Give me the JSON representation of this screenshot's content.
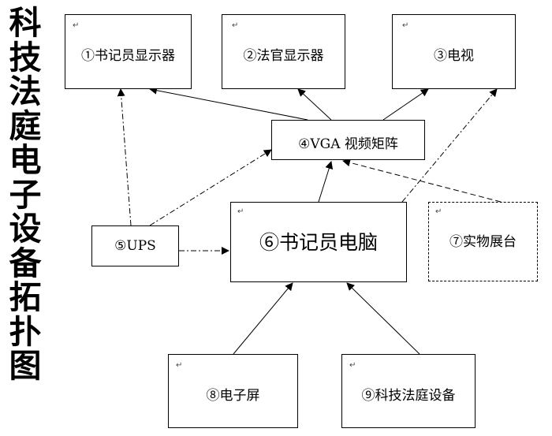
{
  "title_chars": [
    "科",
    "技",
    "法",
    "庭",
    "电",
    "子",
    "设",
    "备",
    "拓",
    "扑",
    "图"
  ],
  "nodes": [
    {
      "id": "n1",
      "label": "①书记员显示器",
      "style": "solid",
      "size": "normal"
    },
    {
      "id": "n2",
      "label": "②法官显示器",
      "style": "solid",
      "size": "normal"
    },
    {
      "id": "n3",
      "label": "③电视",
      "style": "solid",
      "size": "normal"
    },
    {
      "id": "n4",
      "label": "④VGA 视频矩阵",
      "style": "solid",
      "size": "normal"
    },
    {
      "id": "n5",
      "label": "⑤UPS",
      "style": "solid",
      "size": "normal"
    },
    {
      "id": "n6",
      "label": "⑥书记员电脑",
      "style": "solid",
      "size": "big"
    },
    {
      "id": "n7",
      "label": "⑦实物展台",
      "style": "dashed",
      "size": "normal"
    },
    {
      "id": "n8",
      "label": "⑧电子屏",
      "style": "solid",
      "size": "normal"
    },
    {
      "id": "n9",
      "label": "⑨科技法庭设备",
      "style": "solid",
      "size": "normal"
    }
  ],
  "edges": [
    {
      "from": "n4",
      "to": "n1",
      "line": "solid"
    },
    {
      "from": "n4",
      "to": "n2",
      "line": "solid"
    },
    {
      "from": "n4",
      "to": "n3",
      "line": "solid"
    },
    {
      "from": "n6",
      "to": "n4",
      "line": "solid"
    },
    {
      "from": "n7",
      "to": "n4",
      "line": "dashed"
    },
    {
      "from": "n5",
      "to": "n1",
      "line": "dash-dot"
    },
    {
      "from": "n5",
      "to": "n4",
      "line": "dash-dot"
    },
    {
      "from": "n5",
      "to": "n6",
      "line": "dash-dot"
    },
    {
      "from": "n6",
      "to": "n3",
      "line": "dash-dot"
    },
    {
      "from": "n8",
      "to": "n6",
      "line": "solid"
    },
    {
      "from": "n9",
      "to": "n6",
      "line": "solid"
    }
  ],
  "paragraph_mark": "↵"
}
